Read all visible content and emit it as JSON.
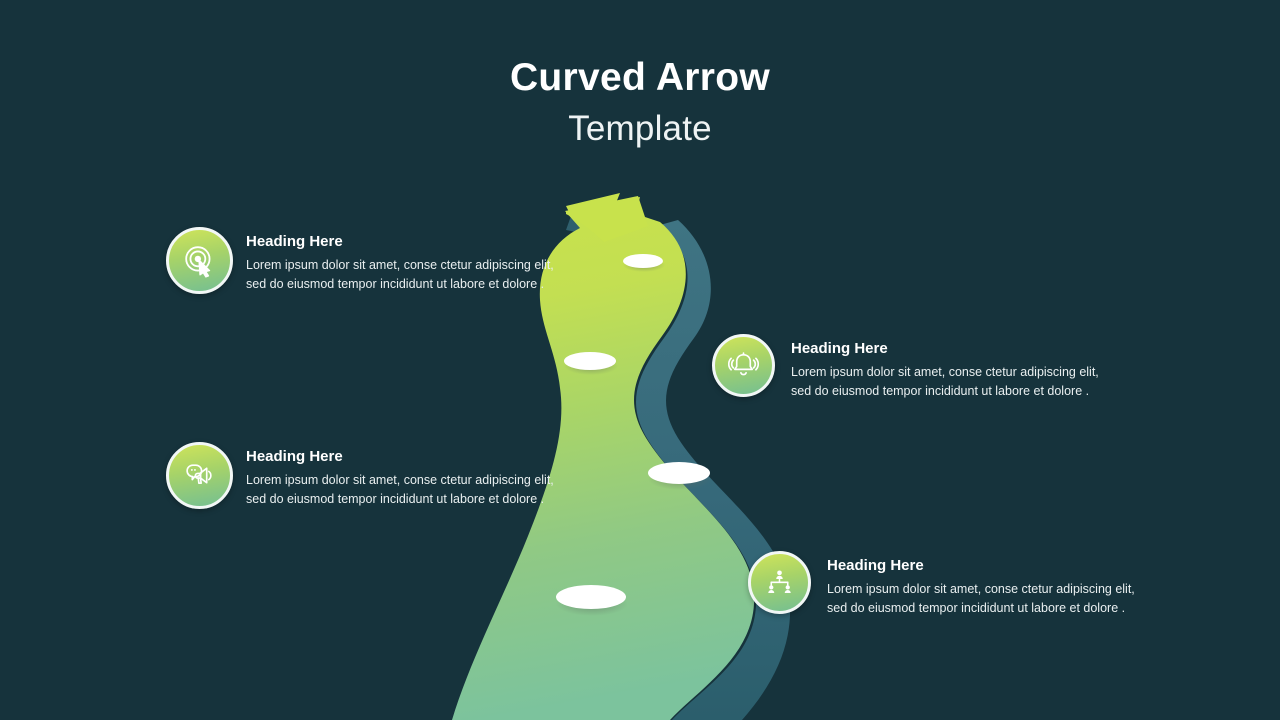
{
  "theme": {
    "background": "#16333c",
    "road_top": "#c5e04e",
    "road_mid": "#9ed06e",
    "road_bottom": "#7fc49b",
    "road_shadow": "#3d7180",
    "road_shadow_dark": "#2f5f6d",
    "icon_gradient_start": "#cfe45a",
    "icon_gradient_end": "#74bf92",
    "icon_ring": "#f2f7f6",
    "heading_color": "#ffffff",
    "body_color": "#e9eff0",
    "marker_color": "#ffffff"
  },
  "title": {
    "main": "Curved Arrow",
    "sub": "Template"
  },
  "items": [
    {
      "icon": "click-target-icon",
      "heading": "Heading Here",
      "line1": "Lorem ipsum dolor sit amet, conse ctetur  adipiscing elit,",
      "line2": "sed do eiusmod tempor incididunt ut labore et dolore ."
    },
    {
      "icon": "notification-bell-icon",
      "heading": "Heading Here",
      "line1": "Lorem ipsum dolor sit amet, conse ctetur  adipiscing elit,",
      "line2": "sed do eiusmod tempor incididunt ut labore et dolore ."
    },
    {
      "icon": "megaphone-icon",
      "heading": "Heading Here",
      "line1": "Lorem ipsum dolor sit amet, conse ctetur  adipiscing elit,",
      "line2": "sed do eiusmod tempor incididunt ut labore et dolore ."
    },
    {
      "icon": "org-chart-icon",
      "heading": "Heading Here",
      "line1": "Lorem ipsum dolor sit amet, conse ctetur  adipiscing elit,",
      "line2": "sed do eiusmod tempor incididunt ut labore et dolore ."
    }
  ],
  "road": {
    "markers_count": 4,
    "arrow_direction": "up"
  }
}
